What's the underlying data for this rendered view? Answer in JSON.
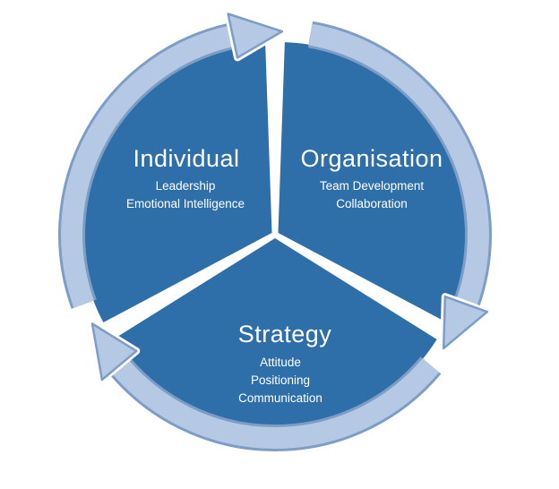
{
  "diagram": {
    "type": "cycle",
    "direction": "clockwise",
    "segments": [
      {
        "id": "individual",
        "label": "Individual",
        "items": [
          "Leadership",
          "Emotional Intelligence"
        ]
      },
      {
        "id": "organisation",
        "label": "Organisation",
        "items": [
          "Team Development",
          "Collaboration"
        ]
      },
      {
        "id": "strategy",
        "label": "Strategy",
        "items": [
          "Attitude",
          "Positioning",
          "Communication"
        ]
      }
    ],
    "colors": {
      "segment_fill": "#2e6fa9",
      "ring_fill": "#b5c9e4",
      "ring_stroke": "#7d9dc7",
      "label_text": "#ffffff",
      "background": "#ffffff"
    }
  }
}
